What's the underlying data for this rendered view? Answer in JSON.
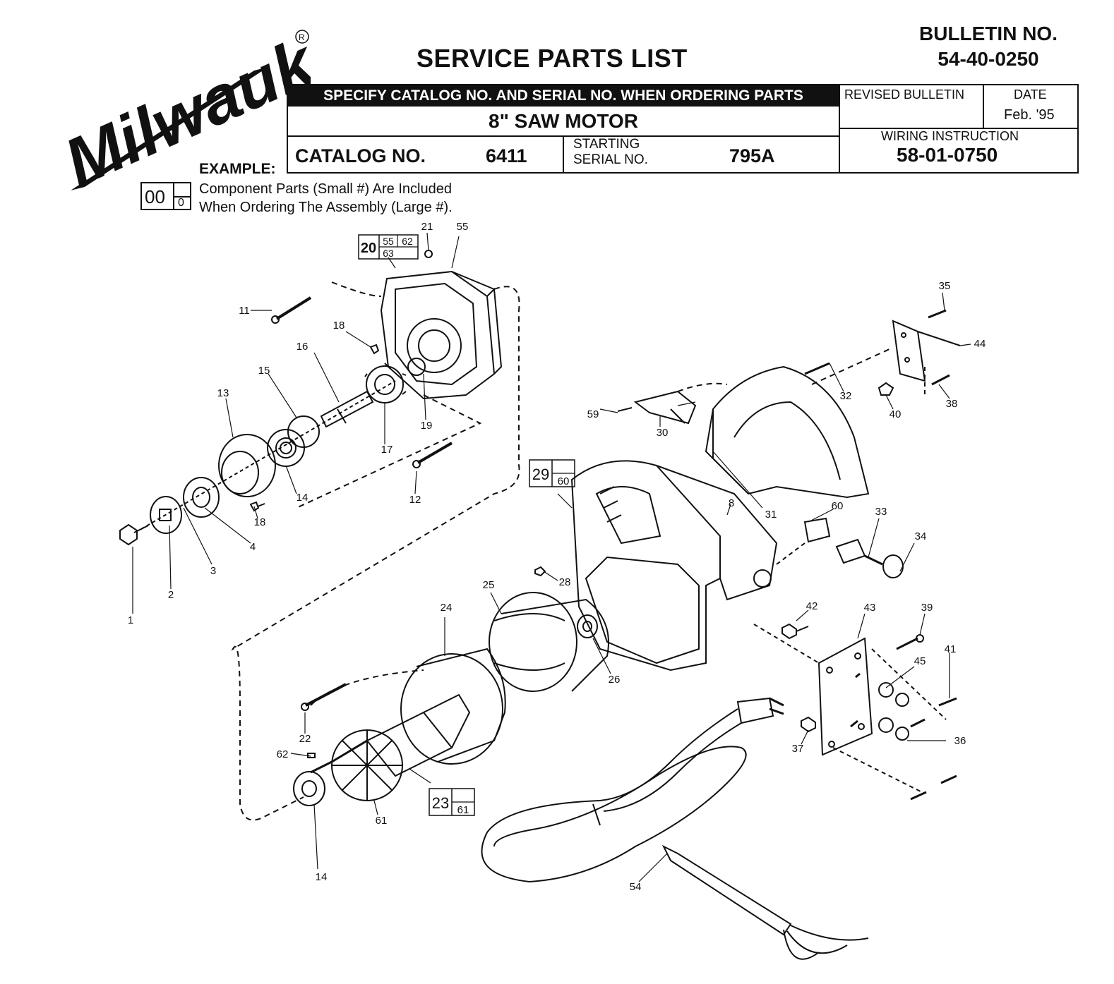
{
  "header": {
    "brand": "Milwaukee",
    "title": "SERVICE PARTS LIST",
    "bulletin_label": "BULLETIN NO.",
    "bulletin_number": "54-40-0250",
    "specify_text": "SPECIFY CATALOG NO. AND SERIAL NO. WHEN ORDERING PARTS",
    "tool_name": "8\" SAW MOTOR",
    "catalog_label": "CATALOG NO.",
    "catalog_number": "6411",
    "starting_label": "STARTING",
    "serial_label": "SERIAL NO.",
    "serial_number": "795A",
    "revised_bulletin_label": "REVISED BULLETIN",
    "date_label": "DATE",
    "date_value": "Feb. '95",
    "wiring_label": "WIRING INSTRUCTION",
    "wiring_number": "58-01-0750"
  },
  "example": {
    "label": "EXAMPLE:",
    "box_large": "00",
    "box_small": "0",
    "line1": "Component Parts (Small #) Are Included",
    "line2": "When Ordering The Assembly (Large #)."
  },
  "callouts": [
    {
      "id": "1",
      "text": "1"
    },
    {
      "id": "2",
      "text": "2"
    },
    {
      "id": "3",
      "text": "3"
    },
    {
      "id": "4",
      "text": "4"
    },
    {
      "id": "8",
      "text": "8"
    },
    {
      "id": "11",
      "text": "11"
    },
    {
      "id": "12",
      "text": "12"
    },
    {
      "id": "13",
      "text": "13"
    },
    {
      "id": "14a",
      "text": "14"
    },
    {
      "id": "14b",
      "text": "14"
    },
    {
      "id": "15",
      "text": "15"
    },
    {
      "id": "16",
      "text": "16"
    },
    {
      "id": "17",
      "text": "17"
    },
    {
      "id": "18a",
      "text": "18"
    },
    {
      "id": "18b",
      "text": "18"
    },
    {
      "id": "19",
      "text": "19"
    },
    {
      "id": "21",
      "text": "21"
    },
    {
      "id": "22",
      "text": "22"
    },
    {
      "id": "24",
      "text": "24"
    },
    {
      "id": "25",
      "text": "25"
    },
    {
      "id": "26",
      "text": "26"
    },
    {
      "id": "28",
      "text": "28"
    },
    {
      "id": "30",
      "text": "30"
    },
    {
      "id": "31",
      "text": "31"
    },
    {
      "id": "32",
      "text": "32"
    },
    {
      "id": "33",
      "text": "33"
    },
    {
      "id": "34",
      "text": "34"
    },
    {
      "id": "35",
      "text": "35"
    },
    {
      "id": "36",
      "text": "36"
    },
    {
      "id": "37",
      "text": "37"
    },
    {
      "id": "38",
      "text": "38"
    },
    {
      "id": "39",
      "text": "39"
    },
    {
      "id": "40",
      "text": "40"
    },
    {
      "id": "41",
      "text": "41"
    },
    {
      "id": "42",
      "text": "42"
    },
    {
      "id": "43",
      "text": "43"
    },
    {
      "id": "44",
      "text": "44"
    },
    {
      "id": "45",
      "text": "45"
    },
    {
      "id": "54",
      "text": "54"
    },
    {
      "id": "55",
      "text": "55"
    },
    {
      "id": "59",
      "text": "59"
    },
    {
      "id": "60",
      "text": "60"
    },
    {
      "id": "61",
      "text": "61"
    },
    {
      "id": "62",
      "text": "62"
    }
  ],
  "assemblies": [
    {
      "id": "a20",
      "main": "20",
      "subs": [
        "55",
        "62",
        "63"
      ]
    },
    {
      "id": "a29",
      "main": "29",
      "subs": [
        "60"
      ]
    },
    {
      "id": "a23",
      "main": "23",
      "subs": [
        "61"
      ]
    }
  ]
}
